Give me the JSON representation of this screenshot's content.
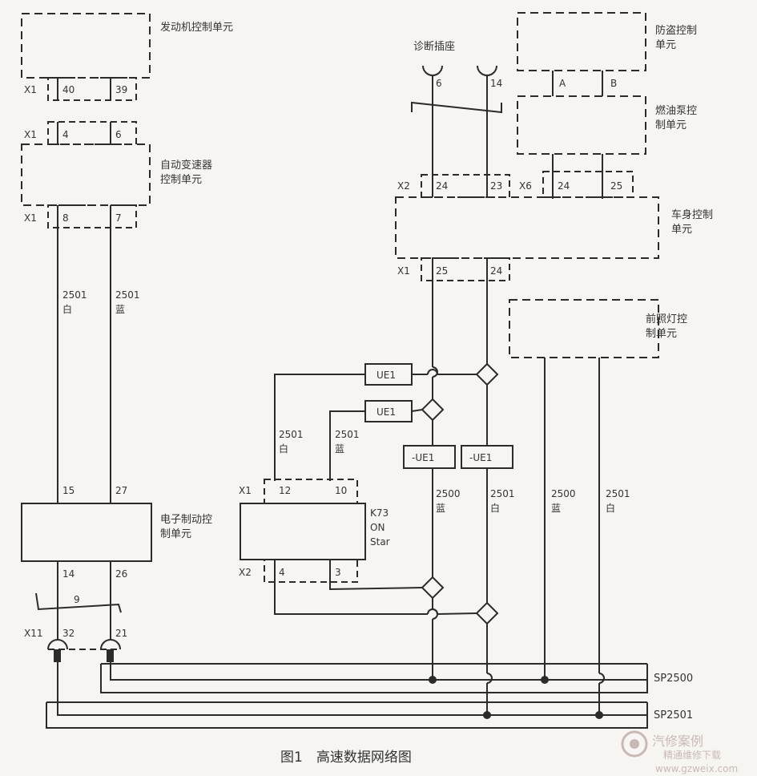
{
  "modules": {
    "ecm": "发动机控制单元",
    "tcm_1": "自动变速器",
    "tcm_2": "控制单元",
    "ebcm_1": "电子制动控",
    "ebcm_2": "制单元",
    "immo_1": "防盗控制",
    "immo_2": "单元",
    "fpcm_1": "燃油泵控",
    "fpcm_2": "制单元",
    "bcm_1": "车身控制",
    "bcm_2": "单元",
    "hlcm_1": "前照灯控",
    "hlcm_2": "制单元",
    "onstar_1": "K73",
    "onstar_2": "ON",
    "onstar_3": "Star"
  },
  "diag_connector": "诊断插座",
  "connectors": {
    "ecm": "X1",
    "tcm_top": "X1",
    "tcm_bottom": "X1",
    "bcm_top_left": "X2",
    "bcm_top_right": "X6",
    "bcm_bottom": "X1",
    "onstar_top": "X1",
    "onstar_bottom": "X2",
    "ebcm_bottom": "X11"
  },
  "pins": {
    "ecm_a": "40",
    "ecm_b": "39",
    "tcm_top_a": "4",
    "tcm_top_b": "6",
    "tcm_bot_a": "8",
    "tcm_bot_b": "7",
    "ebcm_top_a": "15",
    "ebcm_top_b": "27",
    "ebcm_bot_a": "14",
    "ebcm_bot_b": "26",
    "x11_a": "32",
    "x11_b": "21",
    "diag_a": "6",
    "diag_b": "14",
    "immo_a": "A",
    "immo_b": "B",
    "bcm_x2_a": "24",
    "bcm_x2_b": "23",
    "bcm_x6_a": "24",
    "bcm_x6_b": "25",
    "bcm_x1_a": "25",
    "bcm_x1_b": "24",
    "onstar_x1_a": "12",
    "onstar_x1_b": "10",
    "onstar_x2_a": "4",
    "onstar_x2_b": "3",
    "twist_ebcm": "9"
  },
  "wires": {
    "tcm_white_num": "2501",
    "tcm_white_color": "白",
    "tcm_blue_num": "2501",
    "tcm_blue_color": "蓝",
    "onstar_white_num": "2501",
    "onstar_white_color": "白",
    "onstar_blue_num": "2501",
    "onstar_blue_color": "蓝",
    "bcm_blue_num": "2500",
    "bcm_blue_color": "蓝",
    "bcm_white_num": "2501",
    "bcm_white_color": "白",
    "hl_blue_num": "2500",
    "hl_blue_color": "蓝",
    "hl_white_num": "2501",
    "hl_white_color": "白"
  },
  "ue_labels": {
    "ue1_a": "UE1",
    "ue1_b": "UE1",
    "neg_ue1_a": "-UE1",
    "neg_ue1_b": "-UE1"
  },
  "splices": {
    "sp2500": "SP2500",
    "sp2501": "SP2501"
  },
  "caption": "图1　高速数据网络图",
  "watermark": {
    "line1": "汽修案例",
    "line2": "精通维修下载",
    "url": "www.gzweix.com"
  },
  "colors": {
    "line": "#2b2b2b",
    "background": "#f7f5f2",
    "watermark": "#b9a6a0"
  }
}
